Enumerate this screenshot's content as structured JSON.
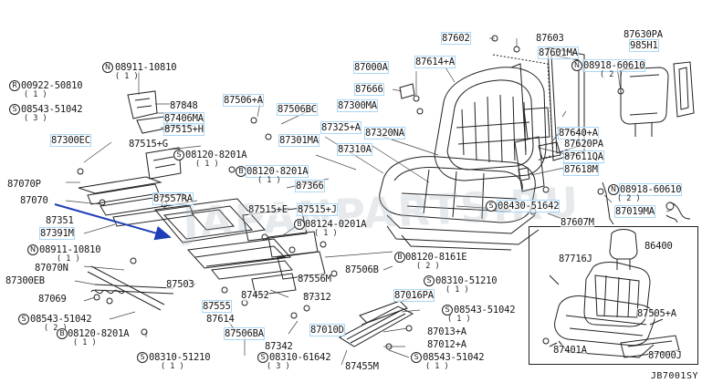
{
  "watermark": "JAPANPARTS.RU",
  "figure_code": "JB7001SY",
  "accent_color": "#1f3fb8",
  "symbols": {
    "n": "N",
    "r": "R",
    "s": "S",
    "b": "B"
  },
  "labels": {
    "p87602": "87602",
    "p87603": "87603",
    "p87630PA": "87630PA",
    "p985H1": "985H1",
    "p87601MA": "87601MA",
    "p08918_60610a": "08918-60610",
    "p08918_60610a_q": "( 2 )",
    "p87000A": "87000A",
    "p87614A": "87614+A",
    "p08911_10810a": "08911-10810",
    "p08911_10810a_q": "( 1 )",
    "p00922_50810": "00922-50810",
    "p00922_50810_q": "( 1 )",
    "p08543_51042a": "08543-51042",
    "p08543_51042a_q": "( 3 )",
    "p87848": "87848",
    "p87506A": "87506+A",
    "p87666": "87666",
    "p87406MA": "87406MA",
    "p87506BC": "87506BC",
    "p87300MA": "87300MA",
    "p87515H": "87515+H",
    "p87325A": "87325+A",
    "p87300EC": "87300EC",
    "p87515G": "87515+G",
    "p87301MA": "87301MA",
    "p87320NA": "87320NA",
    "p87640A": "87640+A",
    "p87620PA": "87620PA",
    "p87310A": "87310A",
    "p87611QA": "87611QA",
    "p08120_8201Aa": "08120-8201A",
    "p08120_8201Aa_q": "( 1 )",
    "p87618M": "87618M",
    "p08120_8201Ab": "08120-8201A",
    "p08120_8201Ab_q": "( 1 )",
    "p87070P": "87070P",
    "p87366": "87366",
    "p08918_60610b": "08918-60610",
    "p08918_60610b_q": "( 2 )",
    "p87070": "87070",
    "p87557RA": "87557RA",
    "p08430_51642": "08430-51642",
    "p87019MA": "87019MA",
    "p87515E": "87515+E",
    "p87351": "87351",
    "p08124_0201A": "08124-0201A",
    "p08124_0201A_q": "( 1 )",
    "p87607M": "87607M",
    "p87391M": "87391M",
    "p87515J": "87515+J",
    "p86400": "86400",
    "p08911_10810b": "08911-10810",
    "p08911_10810b_q": "( 1 )",
    "p08120_8161E": "08120-8161E",
    "p08120_8161E_q": "( 2 )",
    "p87070N": "87070N",
    "p87506B": "87506B",
    "p87716J": "87716J",
    "p87300EB": "87300EB",
    "p87556M": "87556M",
    "p08310_51210a": "08310-51210",
    "p08310_51210a_q": "( 1 )",
    "p87503": "87503",
    "p87069": "87069",
    "p87452": "87452",
    "p87312": "87312",
    "p87016PA": "87016PA",
    "p87555": "87555",
    "p08543_51042b": "08543-51042",
    "p08543_51042b_q": "( 1 )",
    "p08543_51042c": "08543-51042",
    "p08543_51042c_q": "( 2 )",
    "p87614": "87614",
    "p87505A": "87505+A",
    "p87506BA": "87506BA",
    "p87010D": "87010D",
    "p87013A": "87013+A",
    "p08120_8201Ac": "08120-8201A",
    "p08120_8201Ac_q": "( 1 )",
    "p87342": "87342",
    "p87012A": "87012+A",
    "p87401A": "87401A",
    "p87000J": "87000J",
    "p08310_51210b": "08310-51210",
    "p08310_51210b_q": "( 1 )",
    "p08310_61642": "08310-61642",
    "p08310_61642_q": "( 3 )",
    "p87455M": "87455M",
    "p08543_51042d": "08543-51042",
    "p08543_51042d_q": "( 1 )"
  }
}
